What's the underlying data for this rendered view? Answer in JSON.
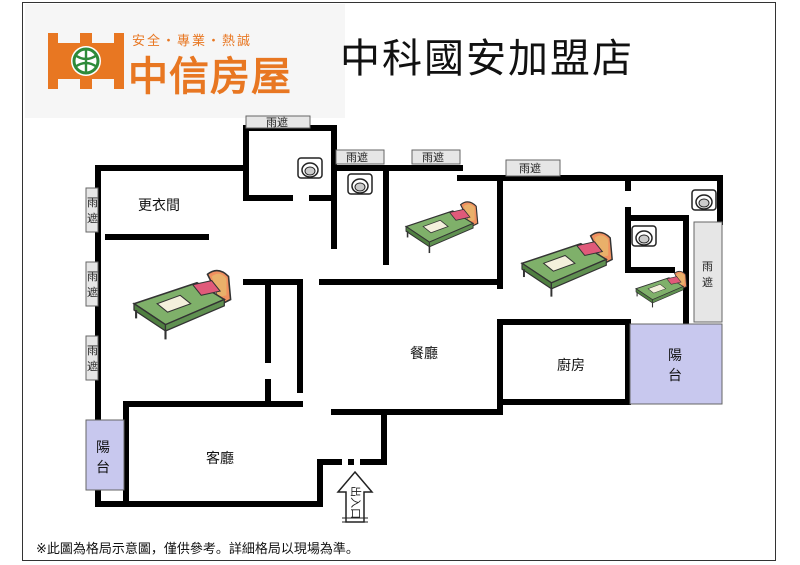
{
  "brand": {
    "slogan": "安全・專業・熱誠",
    "name": "中信房屋",
    "color": "#e87722",
    "green": "#2e8b3a"
  },
  "store_name": "中科國安加盟店",
  "disclaimer": "※此圖為格局示意圖，僅供參考。詳細格局以現場為準。",
  "rooms": {
    "dressing": "更衣間",
    "dining": "餐廳",
    "kitchen": "廚房",
    "living": "客廳"
  },
  "awning": "雨遮",
  "awning_v": [
    "雨",
    "遮"
  ],
  "balcony_v": [
    "陽",
    "台"
  ],
  "entrance": "出入口"
}
